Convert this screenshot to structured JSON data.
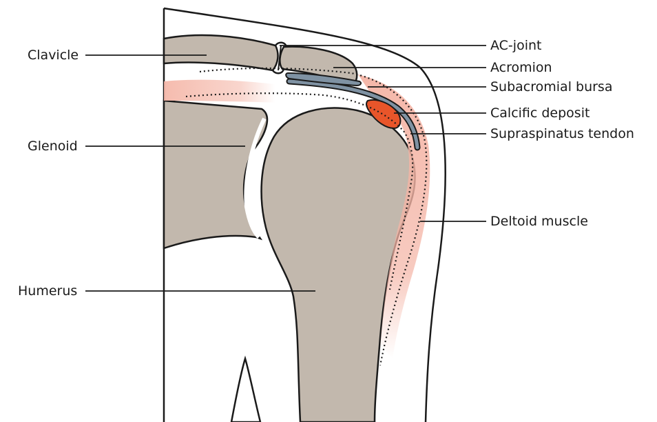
{
  "labels": {
    "clavicle": "Clavicle",
    "glenoid": "Glenoid",
    "humerus": "Humerus",
    "ac_joint": "AC-joint",
    "acromion": "Acromion",
    "subacromial_bursa": "Subacromial bursa",
    "calcific_deposit": "Calcific deposit",
    "supraspinatus_tendon": "Supraspinatus tendon",
    "deltoid_muscle": "Deltoid muscle"
  },
  "colors": {
    "bone": "#c2b8ad",
    "outline": "#1a1a1a",
    "tissue_pink": "#f4b4a5",
    "bursa": "#7f92a3",
    "deposit": "#e8552a",
    "background": "#ffffff"
  }
}
